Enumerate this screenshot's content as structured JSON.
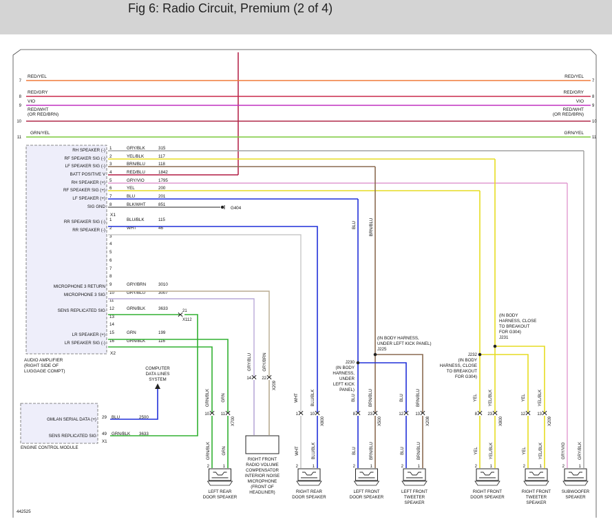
{
  "header": {
    "title": "Fig 6: Radio Circuit, Premium (2 of 4)"
  },
  "figure_id": "442525",
  "colors": {
    "red_yel": "#f07a3a",
    "red_gry": "#c8284a",
    "vio": "#c030c0",
    "red_wht": "#b02848",
    "grn_yel": "#7ac83a",
    "gry": "#a0a0a0",
    "yel": "#e6dc20",
    "brn": "#8a6a50",
    "red": "#b01840",
    "pink": "#e09ad0",
    "blu": "#1f2ed8",
    "grn": "#30b030",
    "gry_vio": "#b8a8d8",
    "gry_brn": "#b8aa90",
    "dark": "#222222",
    "box_fill": "#eeeefa"
  },
  "bus_wires": [
    {
      "label": "RED/YEL",
      "label_r": "RED/YEL",
      "num_l": "7",
      "num_r": "7"
    },
    {
      "label": "RED/GRY",
      "label_r": "RED/GRY",
      "num_l": "8",
      "num_r": "8"
    },
    {
      "label": "VIO",
      "label_r": "VIO",
      "num_l": "9",
      "num_r": "9"
    },
    {
      "label": "RED/WHT",
      "label2": "(OR RED/BRN)",
      "label_r": "RED/WHT",
      "label_r2": "(OR RED/BRN)",
      "num_l": "10",
      "num_r": "10"
    },
    {
      "label": "GRN/YEL",
      "label_r": "GRN/YEL",
      "num_l": "11",
      "num_r": "11"
    }
  ],
  "amplifier": {
    "caption": [
      "AUDIO AMPLIFIER",
      "(RIGHT SIDE OF",
      "LUGGAGE COMPT)"
    ],
    "x1_label": "X1",
    "x2_label": "X2",
    "x1_pins": [
      {
        "name": "RH SPEAKER (-)",
        "pin": "1",
        "color": "GRY/BLK",
        "circuit": "315"
      },
      {
        "name": "RF SPEAKER SIG (-)",
        "pin": "2",
        "color": "YEL/BLK",
        "circuit": "117"
      },
      {
        "name": "LF SPEAKER SIG (-)",
        "pin": "3",
        "color": "BRN/BLU",
        "circuit": "118"
      },
      {
        "name": "BATT POSITIVE V",
        "pin": "4",
        "color": "RED/BLU",
        "circuit": "1842"
      },
      {
        "name": "RH SPEAKER (+)",
        "pin": "5",
        "color": "GRY/VIO",
        "circuit": "1795"
      },
      {
        "name": "RF SPEAKER SIG (+)",
        "pin": "6",
        "color": "YEL",
        "circuit": "200"
      },
      {
        "name": "LF SPEAKER (+)",
        "pin": "7",
        "color": "BLU",
        "circuit": "201"
      },
      {
        "name": "SIG GND",
        "pin": "8",
        "color": "BLK/WHT",
        "circuit": "851"
      }
    ],
    "ground_label": "G404",
    "x2_pins": [
      {
        "name": "RR SPEAKER SIG (-)",
        "pin": "1",
        "color": "BLU/BLK",
        "circuit": "115"
      },
      {
        "name": "RR SPEAKER (-)",
        "pin": "2",
        "color": "WHT",
        "circuit": "46"
      },
      {
        "name": "",
        "pin": "3",
        "color": "",
        "circuit": ""
      },
      {
        "name": "",
        "pin": "4",
        "color": "",
        "circuit": ""
      },
      {
        "name": "",
        "pin": "5",
        "color": "",
        "circuit": ""
      },
      {
        "name": "",
        "pin": "6",
        "color": "",
        "circuit": ""
      },
      {
        "name": "",
        "pin": "7",
        "color": "",
        "circuit": ""
      },
      {
        "name": "",
        "pin": "8",
        "color": "",
        "circuit": ""
      },
      {
        "name": "MICROPHONE 3 RETURN",
        "pin": "9",
        "color": "GRY/BRN",
        "circuit": "3010"
      },
      {
        "name": "MICROPHONE 3 SIG",
        "pin": "10",
        "color": "GRY/BLU",
        "circuit": "3007"
      },
      {
        "name": "",
        "pin": "11",
        "color": "",
        "circuit": ""
      },
      {
        "name": "SENS REPLICATED SIG",
        "pin": "12",
        "color": "GRN/BLK",
        "circuit": "3633"
      },
      {
        "name": "",
        "pin": "13",
        "color": "",
        "circuit": ""
      },
      {
        "name": "",
        "pin": "14",
        "color": "",
        "circuit": ""
      },
      {
        "name": "LR SPEAKER (+)",
        "pin": "15",
        "color": "GRN",
        "circuit": "199"
      },
      {
        "name": "LR SPEAKER SIG (-)",
        "pin": "16",
        "color": "GRN/BLK",
        "circuit": "116"
      }
    ]
  },
  "x112": {
    "pin": "21",
    "label": "X112"
  },
  "computer_data_lines": [
    "COMPUTER",
    "DATA LINES",
    "SYSTEM"
  ],
  "ecm": {
    "caption": "ENGINE CONTROL MODULE",
    "connector": "X1",
    "pins": [
      {
        "name": "GMLAN SERIAL DATA (+)",
        "pin": "29",
        "color": "BLU",
        "circuit": "2500"
      },
      {
        "name": "SENS REPLICATED SIG",
        "pin": "49",
        "color": "GRN/BLK",
        "circuit": "3633"
      }
    ]
  },
  "splices": [
    {
      "id": "J225",
      "note": [
        "(IN BODY HARNESS,",
        "UNDER LEFT KICK PANEL)",
        "J225"
      ]
    },
    {
      "id": "J230",
      "note": [
        "J230",
        "(IN BODY",
        "HARNESS,",
        "UNDER",
        "LEFT KICK",
        "PANEL)"
      ]
    },
    {
      "id": "J231",
      "note": [
        "(IN BODY",
        "HARNESS, CLOSE",
        "TO BREAKOUT",
        "FOR G304)",
        "J231"
      ]
    },
    {
      "id": "J232",
      "note": [
        "J232",
        "(IN BODY",
        "HARNESS, CLOSE",
        "TO BREAKOUT",
        "FOR G304)"
      ]
    }
  ],
  "wire_labels": {
    "blu_vertical": "BLU",
    "brn_blu_vertical": "BRN/BLU"
  },
  "connectors": [
    {
      "id": "X700",
      "pins": [
        "10",
        "11"
      ],
      "colors": [
        "GRN/BLK",
        "GRN"
      ]
    },
    {
      "id": "X209",
      "pins": [
        "14",
        "22"
      ],
      "colors": [
        "GRY/BLU",
        "GRY/BRN"
      ]
    },
    {
      "id": "X800",
      "pins": [
        "1",
        "10"
      ],
      "colors": [
        "WHT",
        "BLU/BLK"
      ]
    },
    {
      "id": "X500",
      "pins": [
        "8",
        "23"
      ],
      "colors": [
        "BLU",
        "BRN/BLU"
      ]
    },
    {
      "id": "X208",
      "pins": [
        "12",
        "13"
      ],
      "colors": [
        "BLU",
        "BRN/BLU"
      ]
    },
    {
      "id": "X800",
      "pins": [
        "8",
        "23"
      ],
      "colors": [
        "YEL",
        "YEL/BLK"
      ]
    },
    {
      "id": "X209",
      "pins": [
        "12",
        "13"
      ],
      "colors": [
        "YEL",
        "YEL/BLK"
      ]
    }
  ],
  "components": [
    {
      "name": [
        "LEFT REAR",
        "DOOR SPEAKER"
      ],
      "pins": [
        "2",
        "1"
      ],
      "wires": [
        "GRN/BLK",
        "GRN"
      ]
    },
    {
      "name": [
        "RIGHT FRONT",
        "RADIO VOLUME",
        "COMPENSATOR",
        "INTERIOR NOISE",
        "MICROPHONE",
        "(FRONT OF",
        "HEADLINER)"
      ],
      "wires": [
        "GRY/BLU",
        "GRY/BRN"
      ]
    },
    {
      "name": [
        "RIGHT REAR",
        "DOOR SPEAKER"
      ],
      "pins": [
        "2",
        "1"
      ],
      "wires": [
        "WHT",
        "BLU/BLK"
      ]
    },
    {
      "name": [
        "LEFT FRONT",
        "DOOR SPEAKER"
      ],
      "pins": [
        "2",
        "1"
      ],
      "wires": [
        "BLU",
        "BRN/BLU"
      ]
    },
    {
      "name": [
        "LEFT FRONT",
        "TWEETER",
        "SPEAKER"
      ],
      "pins": [
        "2",
        "1"
      ],
      "wires": [
        "BLU",
        "BRN/BLU"
      ]
    },
    {
      "name": [
        "RIGHT FRONT",
        "DOOR SPEAKER"
      ],
      "pins": [
        "2",
        "1"
      ],
      "wires": [
        "YEL",
        "YEL/BLK"
      ]
    },
    {
      "name": [
        "RIGHT FRONT",
        "TWEETER",
        "SPEAKER"
      ],
      "pins": [
        "2",
        "1"
      ],
      "wires": [
        "YEL",
        "YEL/BLK"
      ]
    },
    {
      "name": [
        "SUBWOOFER",
        "SPEAKER"
      ],
      "pins": [
        "2",
        "1"
      ],
      "wires": [
        "GRY/VIO",
        "GRY/BLK"
      ]
    }
  ]
}
